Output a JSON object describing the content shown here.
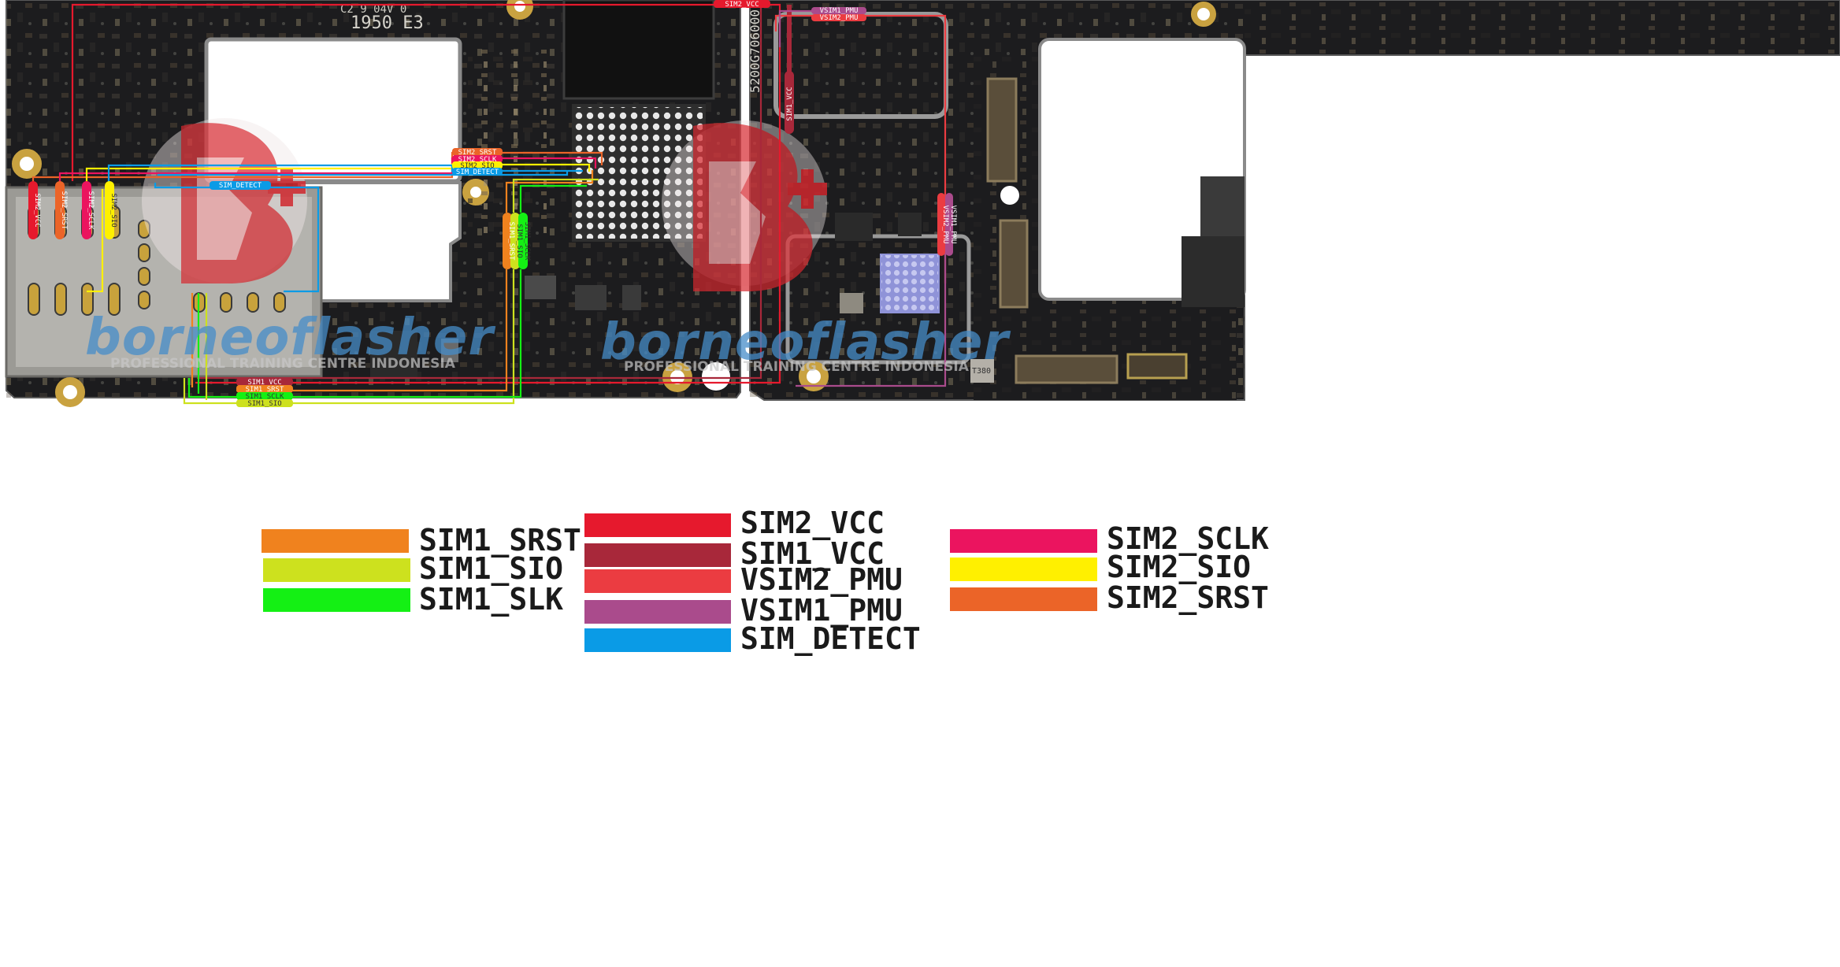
{
  "board": {
    "silkscreen_code": "1950  E3",
    "silkscreen_top": "C2 9 04V 0",
    "silkscreen_id": "5200G706000",
    "component_mark": "T380"
  },
  "watermark": {
    "name": "borneoflasher",
    "tagline": "PROFESSIONAL TRAINING CENTRE INDONESIA"
  },
  "trace_labels": {
    "sim2_srst": "SIM2_SRST",
    "sim2_sclk": "SIM2_SCLK",
    "sim2_sio": "SIM2_SIO",
    "sim_detect": "SIM_DETECT",
    "sim_detect_card": "SIM_DETECT",
    "sim1_vcc_bottom": "SIM1_VCC",
    "sim1_srst_bottom": "SIM1_SRST",
    "sim1_sclk_bottom": "SIM1_SCLK",
    "sim1_sio_bottom": "SIM1_SIO",
    "sim2_vcc_top": "SIM2_VCC",
    "vsim1_pmu_top": "VSIM1_PMU",
    "vsim2_pmu_top": "VSIM2_PMU",
    "sim1_vcc_vertical": "SIM1_VCC",
    "vsim2_pmu_vertical": "VSIM2_PMU",
    "vsim1_pmu_vertical": "VSIM1_PMU",
    "sim1_srst_vertical": "SIM1_SRST",
    "sim1_sio_vertical": "SIM1_SIO",
    "sim1_sclk_vertical": "SIM1_SCLK",
    "card_sim2_vcc": "SIM2_VCC",
    "card_sim2_srst": "SIM2_SRST",
    "card_sim2_sclk": "SIM2_SCLK",
    "card_sim2_sio": "SIM2_SIO"
  },
  "legend": [
    {
      "label": "SIM1_SRST",
      "color": "#f0821e"
    },
    {
      "label": "SIM1_SIO",
      "color": "#cde11e"
    },
    {
      "label": "SIM1_SLK",
      "color": "#14f014"
    },
    {
      "label": "SIM2_VCC",
      "color": "#e6192d"
    },
    {
      "label": "SIM1_VCC",
      "color": "#a8283a"
    },
    {
      "label": "VSIM2_PMU",
      "color": "#eb3c41"
    },
    {
      "label": "VSIM1_PMU",
      "color": "#aa4b8c"
    },
    {
      "label": "SIM_DETECT",
      "color": "#0a9be6"
    },
    {
      "label": "SIM2_SCLK",
      "color": "#eb145f"
    },
    {
      "label": "SIM2_SIO",
      "color": "#fff000"
    },
    {
      "label": "SIM2_SRST",
      "color": "#eb6428"
    }
  ]
}
